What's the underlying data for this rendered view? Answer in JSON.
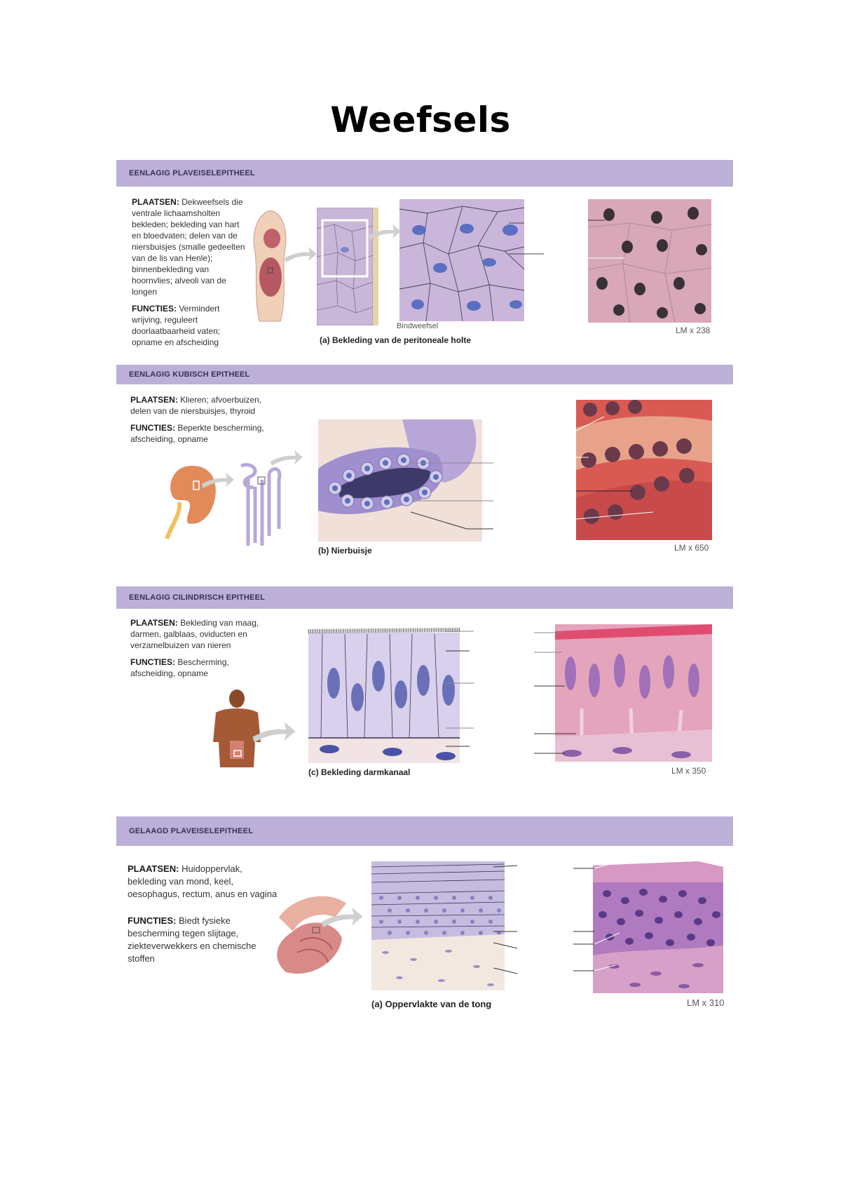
{
  "title": "Weefsels",
  "sections": [
    {
      "header": "EENLAGIG PLAVEISELEPITHEEL",
      "places_label": "PLAATSEN:",
      "places_text": "Dekweefsels die ventrale lichaamsholten bekleden; bekleding van hart en bloedvaten; delen van de niersbuisjes (smalle gedeelten van de lis van Henle); binnenbekleding van hoornvlies; alveoli van de longen",
      "functions_label": "FUNCTIES:",
      "functions_text": "Vermindert wrijving, reguleert doorlaatbaarheid vaten; opname en afscheiding",
      "caption": "(a) Bekleding van de peritoneale holte",
      "extra_label": "Bindweefsel",
      "magnification": "LM x 238"
    },
    {
      "header": "EENLAGIG KUBISCH EPITHEEL",
      "places_label": "PLAATSEN:",
      "places_text": "Klieren; afvoerbuizen, delen van de niersbuisjes, thyroid",
      "functions_label": "FUNCTIES:",
      "functions_text": "Beperkte bescherming, afscheiding, opname",
      "caption": "(b) Nierbuisje",
      "magnification": "LM x 650"
    },
    {
      "header": "EENLAGIG CILINDRISCH EPITHEEL",
      "places_label": "PLAATSEN:",
      "places_text": "Bekleding van maag, darmen, galblaas, oviducten en verzamelbuizen van nieren",
      "functions_label": "FUNCTIES:",
      "functions_text": "Bescherming, afscheiding, opname",
      "caption": "(c) Bekleding darmkanaal",
      "magnification": "LM x 350"
    },
    {
      "header": "GELAAGD PLAVEISELEPITHEEL",
      "places_label": "PLAATSEN:",
      "places_text": "Huidoppervlak, bekleding van mond, keel, oesophagus, rectum, anus en vagina",
      "functions_label": "FUNCTIES:",
      "functions_text": "Biedt fysieke bescherming tegen slijtage, ziekteverwekkers en chemische stoffen",
      "caption": "(a) Oppervlakte van de tong",
      "magnification": "LM x 310"
    }
  ],
  "colors": {
    "header_bar": "#bcb0d8",
    "cell_purple": "#c9b7d9",
    "nucleus": "#5a6fc0",
    "tissue_pink": "#e4a0a8",
    "lm_red": "#c84a4a"
  }
}
